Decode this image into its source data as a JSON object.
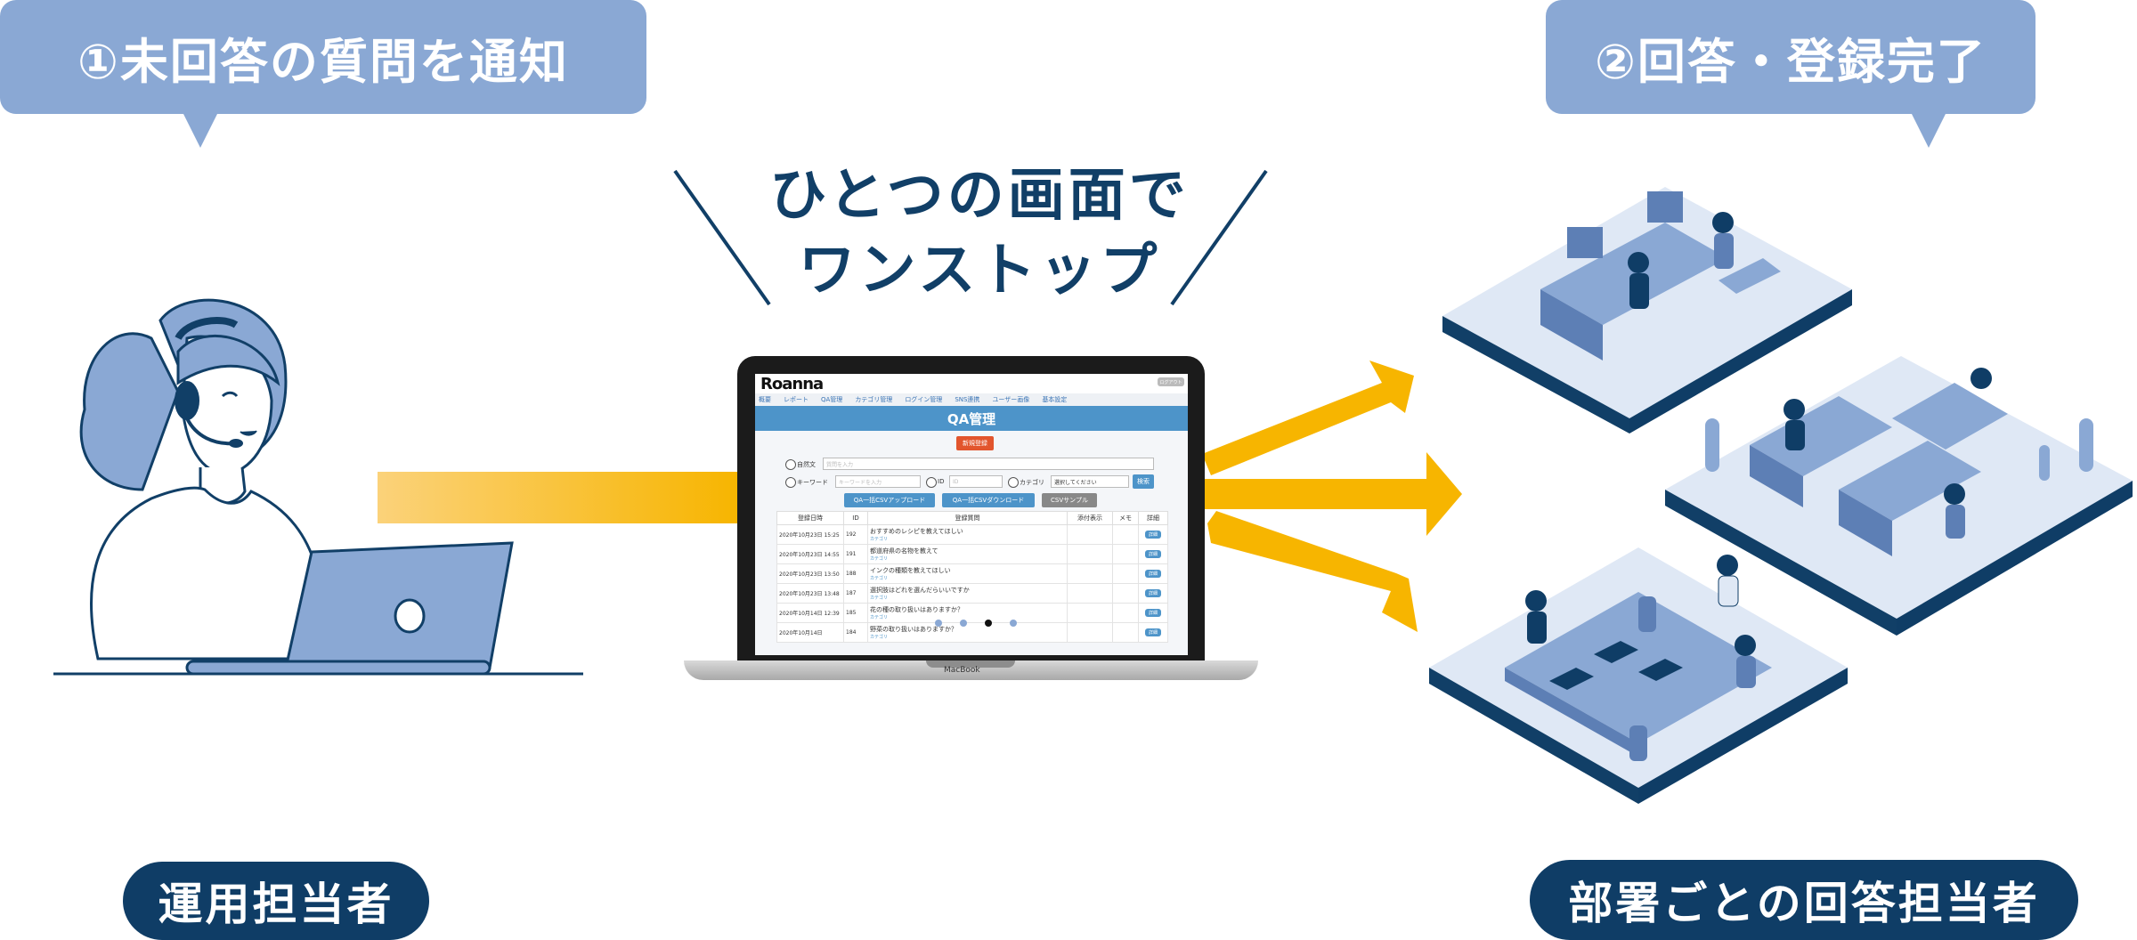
{
  "callouts": {
    "left": "①未回答の質問を通知",
    "right": "②回答・登録完了"
  },
  "headline": {
    "line1": "ひとつの画面で",
    "line2": "ワンストップ"
  },
  "labels": {
    "operator": "運用担当者",
    "departments": "部署ごとの回答担当者"
  },
  "colors": {
    "callout_bg": "#8aa8d4",
    "label_bg": "#0f3d66",
    "headline": "#113f67",
    "arrow": "#f7b500",
    "screen_band": "#4d94c9"
  },
  "screen": {
    "logo": "Roanna",
    "top_button": "ログアウト",
    "nav": [
      "概要",
      "レポート",
      "QA管理",
      "カテゴリ管理",
      "ログイン管理",
      "SNS連携",
      "ユーザー画像",
      "基本設定"
    ],
    "title": "QA管理",
    "new_button": "新規登録",
    "search": {
      "natural_label": "自然文",
      "natural_placeholder": "質問を入力",
      "keyword_label": "キーワード",
      "keyword_placeholder": "キーワードを入力",
      "id_label": "ID",
      "id_placeholder": "ID",
      "category_label": "カテゴリ",
      "category_value": "選択してください",
      "search_button": "検索"
    },
    "buttons": {
      "upload": "QA一括CSVアップロード",
      "download": "QA一括CSVダウンロード",
      "sample": "CSVサンプル"
    },
    "table": {
      "headers": [
        "登録日時",
        "ID",
        "登録質問",
        "添付表示",
        "メモ",
        "詳細"
      ],
      "detail_label": "詳細",
      "category_tag": "カテゴリ",
      "rows": [
        {
          "date": "2020年10月23日 15:25",
          "id": "192",
          "question": "おすすめのレシピを教えてほしい"
        },
        {
          "date": "2020年10月23日 14:55",
          "id": "191",
          "question": "都道府県の名物を教えて"
        },
        {
          "date": "2020年10月23日 13:50",
          "id": "188",
          "question": "インクの種類を教えてほしい"
        },
        {
          "date": "2020年10月23日 13:48",
          "id": "187",
          "question": "選択肢はどれを選んだらいいですか"
        },
        {
          "date": "2020年10月14日 12:39",
          "id": "185",
          "question": "花の種の取り扱いはありますか？"
        },
        {
          "date": "2020年10月14日",
          "id": "184",
          "question": "野菜の取り扱いはありますか？"
        }
      ]
    },
    "device": "MacBook"
  }
}
